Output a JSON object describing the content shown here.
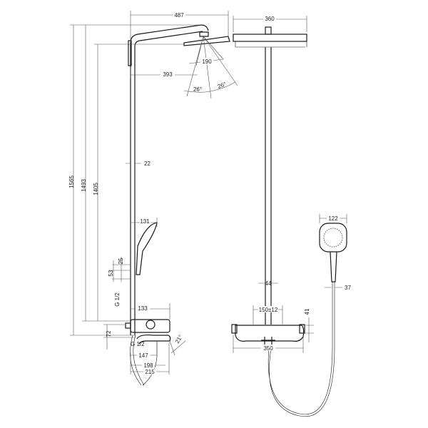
{
  "dimensions": {
    "arm_length": "487",
    "head_width_front": "360",
    "head_depth": "190",
    "head_offset": "393",
    "spray_angle_left": "26°",
    "spray_angle_right": "26°",
    "total_height": "1565",
    "arm_height": "1493",
    "head_height": "1405",
    "pole_offset": "22",
    "handshower_length": "131",
    "holder_25": "25",
    "holder_53": "53",
    "connection_upper": "G 1/2",
    "thermostat_depth": "133",
    "outlet_72": "72",
    "connection_lower": "G 1/2",
    "spout_147": "147",
    "spout_198": "198",
    "spout_215": "215",
    "spout_angle": "21°",
    "handshower_width": "122",
    "handle_width": "37",
    "pole_diameter": "44",
    "connection_spacing": "150±12",
    "thermostat_height": "41",
    "thermostat_width": "350"
  }
}
